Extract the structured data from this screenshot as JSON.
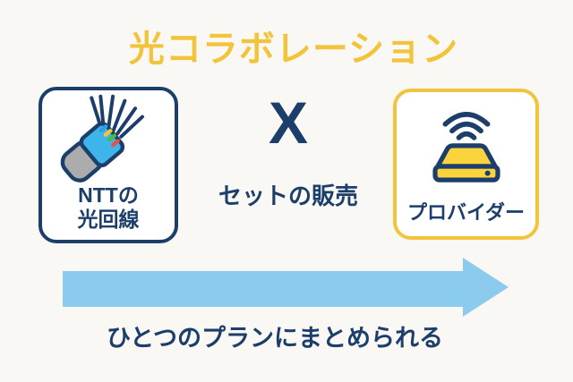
{
  "title": "光コラボレーション",
  "cards": {
    "left": {
      "icon": "fiber-optic-cable",
      "label_line1": "NTTの",
      "label_line2": "光回線"
    },
    "right": {
      "icon": "wifi-router",
      "label": "プロバイダー"
    }
  },
  "center": {
    "operator": "X",
    "caption": "セットの販売"
  },
  "arrow": {
    "direction": "right",
    "caption": "ひとつのプランにまとめられる"
  },
  "colors": {
    "background": "#FAF8F4",
    "navy": "#1C3E6B",
    "accent_yellow": "#F2C43C",
    "router_yellow": "#FBD33C",
    "cable_blue": "#3DB5EA",
    "arrow_blue": "#8BCBEE",
    "cable_gray": "#ACACAC",
    "fiber_tip_blue": "#2E9FE6",
    "fiber_tip_yellow": "#F2C43C",
    "fiber_tip_green": "#4CB944",
    "fiber_tip_red": "#E85048"
  }
}
